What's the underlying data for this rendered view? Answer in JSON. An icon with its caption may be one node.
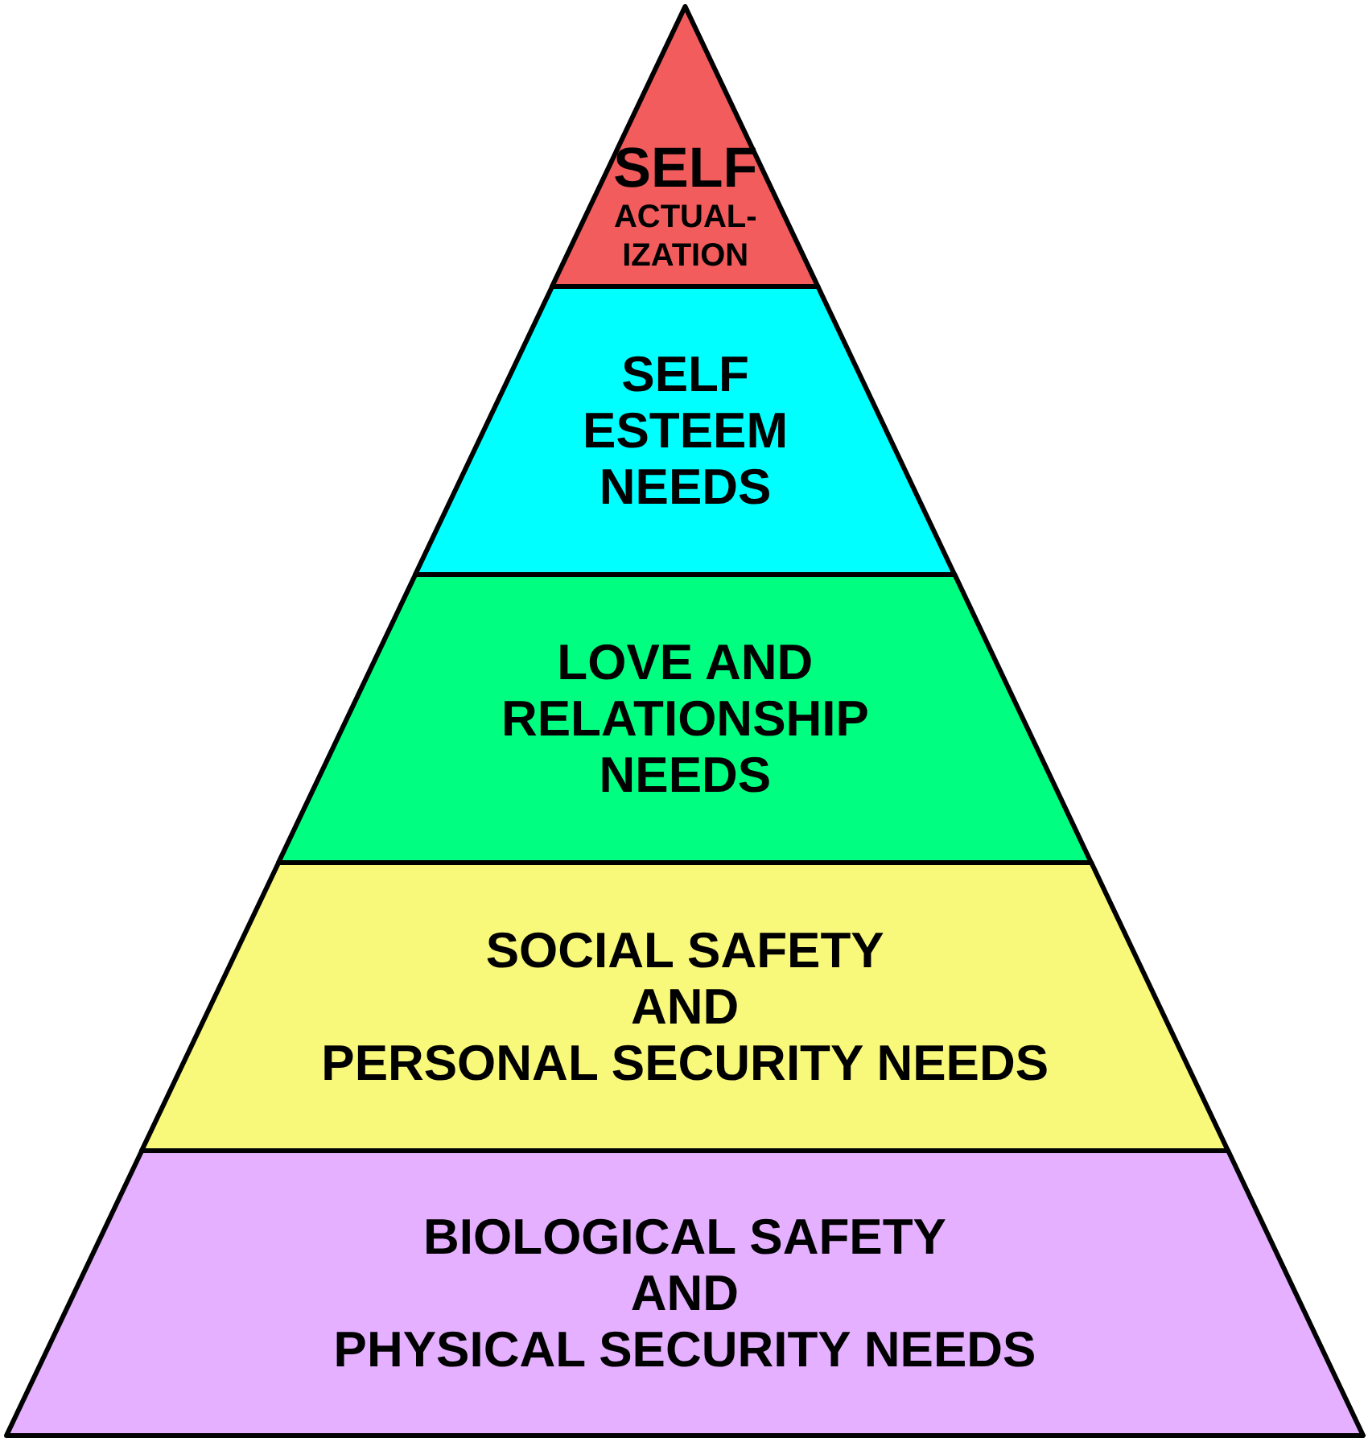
{
  "diagram": {
    "nodes": [
      {
        "text": [
          "SELF",
          "ACTUAL- IZATION"
        ]
      },
      {
        "text": [
          "SELF ESTEEM NEEDS"
        ]
      },
      {
        "text": [
          "LOVE AND RELATIONSHIP NEEDS"
        ]
      },
      {
        "text": [
          "SOCIAL SAFETY AND PERSONAL SECURITY NEEDS"
        ]
      },
      {
        "text": [
          "BIOLOGICAL SAFETY AND PHYSICAL SECURITY NEEDS"
        ]
      }
    ]
  }
}
